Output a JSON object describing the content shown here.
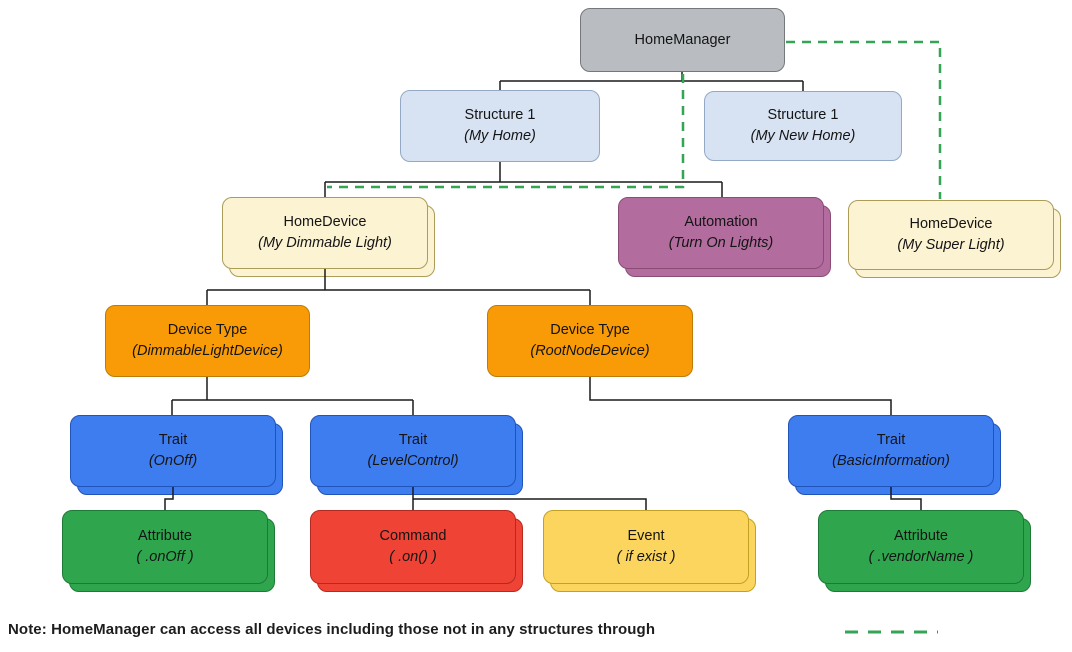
{
  "nodes": {
    "home_manager": {
      "line1": "HomeManager"
    },
    "structure_my_home": {
      "line1": "Structure 1",
      "line2": "(My Home)"
    },
    "structure_my_new_home": {
      "line1": "Structure 1",
      "line2": "(My New Home)"
    },
    "homedevice_my_dimmable_light": {
      "line1": "HomeDevice",
      "line2": "(My Dimmable Light)"
    },
    "automation_turn_on_lights": {
      "line1": "Automation",
      "line2": "(Turn On Lights)"
    },
    "homedevice_my_super_light": {
      "line1": "HomeDevice",
      "line2": "(My Super Light)"
    },
    "device_type_dimmable": {
      "line1": "Device Type",
      "line2": "(DimmableLightDevice)"
    },
    "device_type_rootnode": {
      "line1": "Device Type",
      "line2": "(RootNodeDevice)"
    },
    "trait_onoff": {
      "line1": "Trait",
      "line2": "(OnOff)"
    },
    "trait_levelcontrol": {
      "line1": "Trait",
      "line2": "(LevelControl)"
    },
    "trait_basicinformation": {
      "line1": "Trait",
      "line2": "(BasicInformation)"
    },
    "attribute_onoff": {
      "line1": "Attribute",
      "line2": "( .onOff )"
    },
    "command_on": {
      "line1": "Command",
      "line2": "( .on() )"
    },
    "event_if_exist": {
      "line1": "Event",
      "line2": "( if exist )"
    },
    "attribute_vendorname": {
      "line1": "Attribute",
      "line2": "( .vendorName )"
    }
  },
  "note": "Note: HomeManager can access all devices including those not in any structures through",
  "colors": {
    "gray": {
      "fill": "#b9bdc1",
      "border": "#75787a"
    },
    "lightblue": {
      "fill": "#d7e3f3",
      "border": "#93a9c6"
    },
    "cream": {
      "fill": "#fcf3d3",
      "border": "#ab9c58"
    },
    "mauve": {
      "fill": "#b26d9e",
      "border": "#8a4c77"
    },
    "orange": {
      "fill": "#f99b07",
      "border": "#bd7c06"
    },
    "blue": {
      "fill": "#3e7df0",
      "border": "#2154b8"
    },
    "green": {
      "fill": "#2fa64e",
      "border": "#1d7a36"
    },
    "red": {
      "fill": "#ef4336",
      "border": "#b52a20"
    },
    "yellow": {
      "fill": "#fcd55f",
      "border": "#c3a125"
    },
    "connector": {
      "line": "#1a1a1a"
    },
    "dashed_green": {
      "line": "#35a457"
    }
  }
}
